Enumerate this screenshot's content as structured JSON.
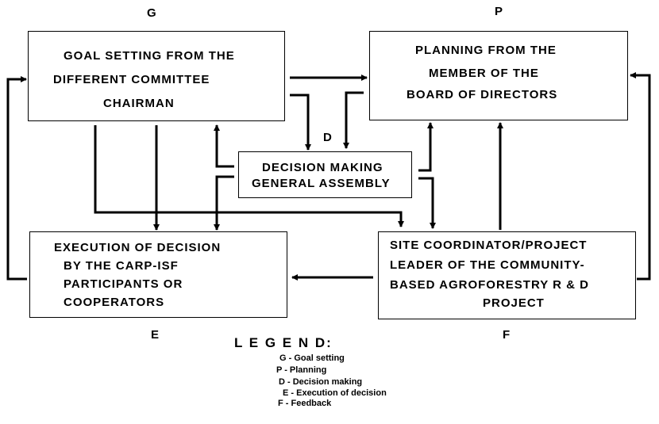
{
  "nodes": {
    "G": {
      "letter": "G",
      "lines": [
        "GOAL SETTING FROM THE",
        "DIFFERENT  COMMITTEE",
        "CHAIRMAN"
      ]
    },
    "P": {
      "letter": "P",
      "lines": [
        "PLANNING FROM THE",
        "MEMBER OF THE",
        "BOARD OF DIRECTORS"
      ]
    },
    "D": {
      "letter": "D",
      "lines": [
        "DECISION MAKING",
        "GENERAL ASSEMBLY"
      ]
    },
    "E": {
      "letter": "E",
      "lines": [
        "EXECUTION OF DECISION",
        "BY THE CARP-ISF",
        "PARTICIPANTS OR",
        "COOPERATORS"
      ]
    },
    "F": {
      "letter": "F",
      "lines": [
        "SITE COORDINATOR/PROJECT",
        "LEADER OF THE COMMUNITY-",
        "BASED AGROFORESTRY R & D",
        "PROJECT"
      ]
    }
  },
  "legend": {
    "title": "L E G E N D:",
    "items": [
      "G - Goal setting",
      "P - Planning",
      "D - Decision making",
      "E - Execution of decision",
      "F - Feedback"
    ]
  }
}
